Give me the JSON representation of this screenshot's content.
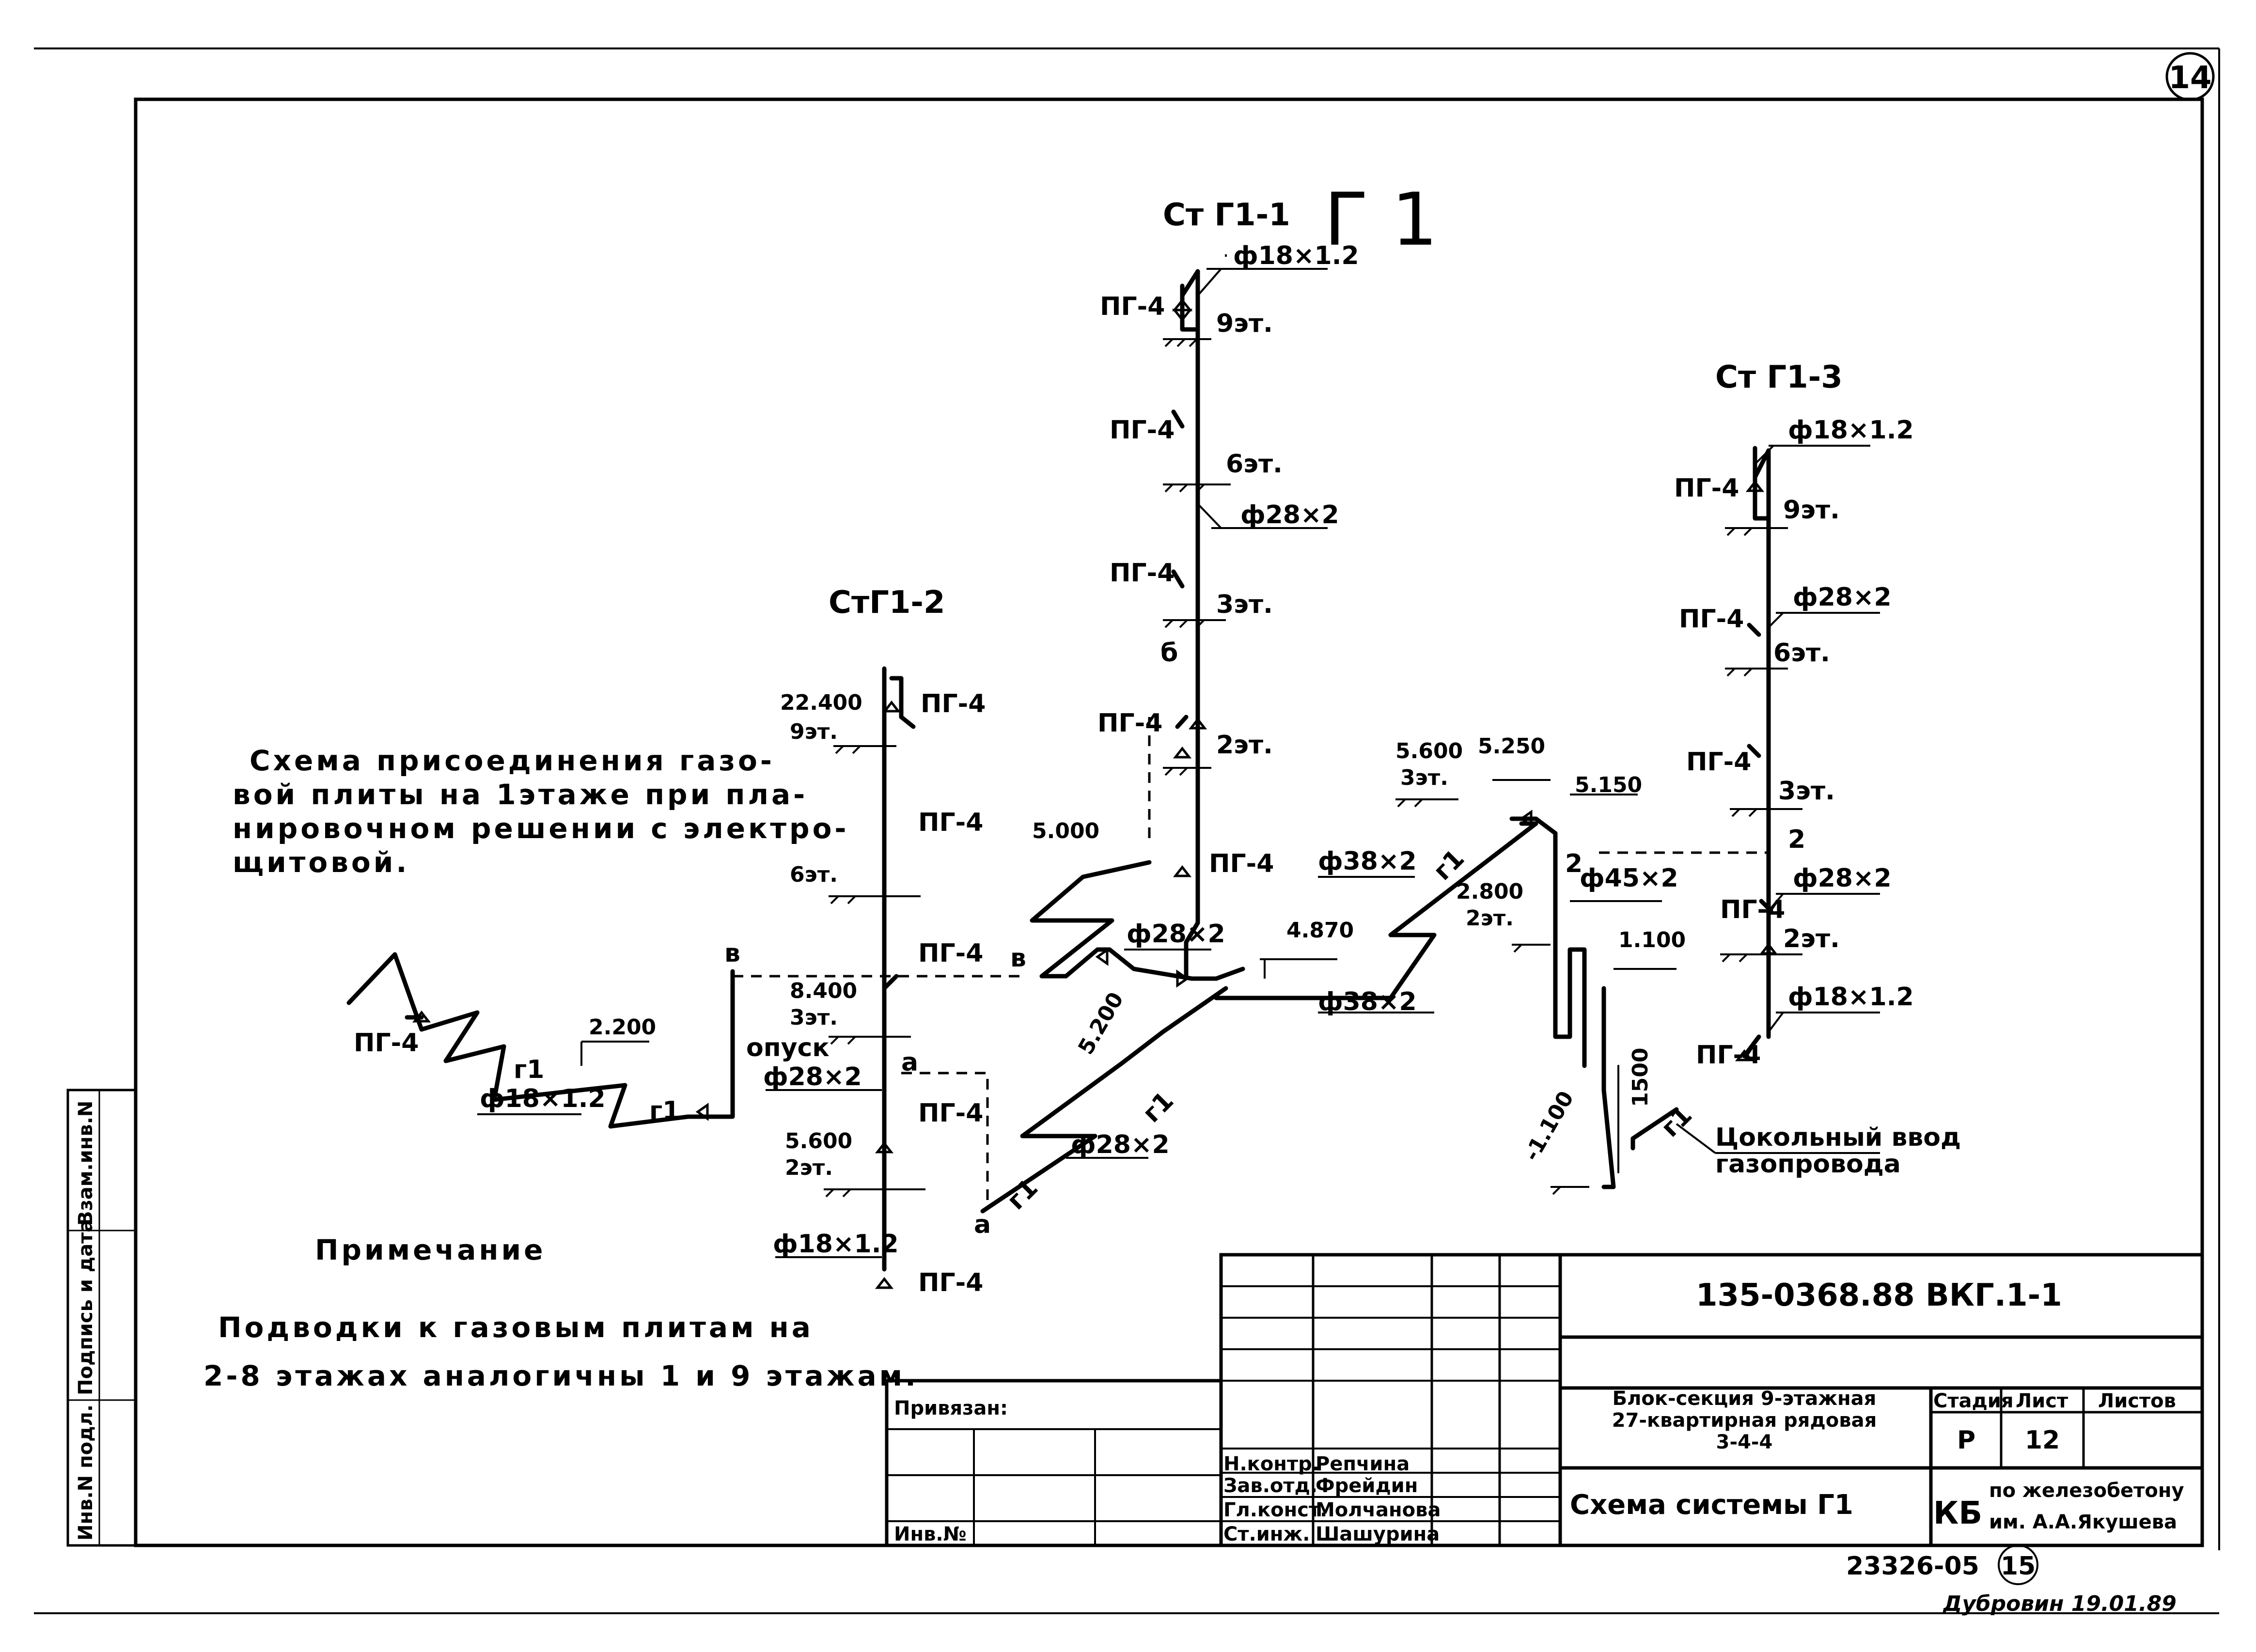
{
  "sheet": {
    "sheet_number": "14",
    "title": "Г 1",
    "scheme_note": [
      "Схема присоединения газо-",
      "вой плиты на 1этаже при пла-",
      "нировочном решении с электро-",
      "щитовой."
    ],
    "note_heading": "Примечание",
    "note_text": [
      "Подводки к газовым плитам на",
      "2-8 этажах аналогичны 1 и 9 этажам."
    ],
    "bottom_code": "23326-05",
    "bottom_circle": "15",
    "bottom_signature": "Дубровин 19.01.89"
  },
  "risers": {
    "r1": "Ст Г1-1",
    "r2": "СтГ1-2",
    "r3": "Ст Г1-3"
  },
  "labels": {
    "pg4": "ПГ-4",
    "g1": "г1",
    "e9": "9эт.",
    "e6": "6эт.",
    "e3": "3эт.",
    "e2": "2эт.",
    "d18": "ф18×1.2",
    "d28": "ф28×2",
    "d38": "ф38×2",
    "d45": "ф45×2",
    "opusk": "опуск",
    "a": "а",
    "b": "б",
    "v": "в",
    "two": "2",
    "inlet1": "Цокольный ввод",
    "inlet2": "газопровода",
    "dim1500": "1500"
  },
  "levels": {
    "l22400": "22.400",
    "l8400": "8.400",
    "l5600": "5.600",
    "l5000": "5.000",
    "l5200": "5.200",
    "l4870": "4.870",
    "l5250": "5.250",
    "l5150": "5.150",
    "l2800": "2.800",
    "l1100": "1.100",
    "lm1100": "-1.100",
    "l2200": "2.200"
  },
  "title_block": {
    "doc_code": "135-0368.88 ВКГ.1-1",
    "project": [
      "Блок-секция 9-этажная",
      "27-квартирная рядовая",
      "3-4-4"
    ],
    "drawing_name": "Схема системы Г1",
    "stage_label": "Стадия",
    "sheet_label": "Лист",
    "sheets_label": "Листов",
    "stage": "Р",
    "sheet": "12",
    "sheets": "",
    "org_logo": "КБ",
    "org": [
      "по железобетону",
      "им. А.А.Якушева"
    ],
    "tied": "Привязан:",
    "inv": "Инв.№",
    "roles": [
      "Н.контр.",
      "Зав.отд.",
      "Гл.конст.",
      "Ст.инж."
    ],
    "names": [
      "Репчина",
      "Фрейдин",
      "Молчанова",
      "Шашурина"
    ]
  },
  "side_stamp": {
    "cells": [
      "Инв.N подл.",
      "Подпись и дата",
      "Взам.инв.N"
    ]
  }
}
